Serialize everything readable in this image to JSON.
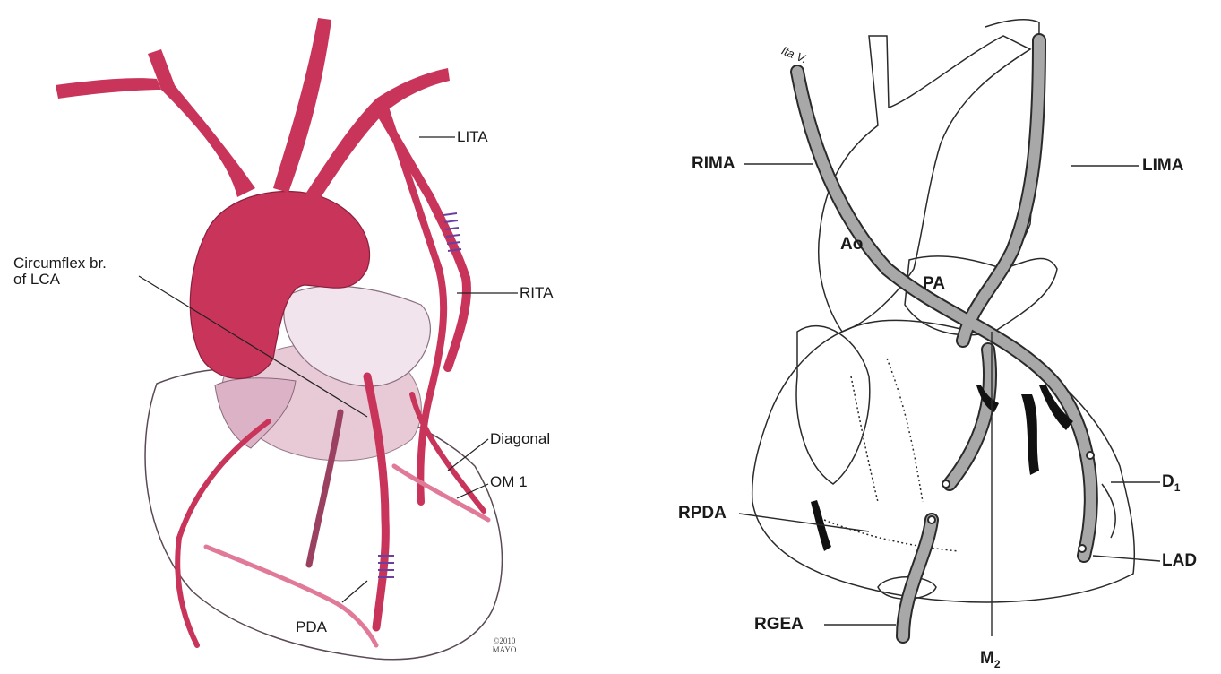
{
  "left_diagram": {
    "labels": {
      "lita": "LITA",
      "rita": "RITA",
      "circumflex_line1": "Circumflex br.",
      "circumflex_line2": "of LCA",
      "diagonal": "Diagonal",
      "om1": "OM 1",
      "pda": "PDA"
    },
    "copyright_line1": "©2010",
    "copyright_line2": "MAYO",
    "colors": {
      "artery": "#c8345a",
      "artery_light": "#e07a98",
      "heart_tissue": "#e8c9d6",
      "graft_suture": "#6a3fa0"
    }
  },
  "right_diagram": {
    "labels": {
      "ita_v": "Ita V.",
      "rima": "RIMA",
      "lima": "LIMA",
      "ao": "Ao",
      "pa": "PA",
      "rpda": "RPDA",
      "rgea": "RGEA",
      "d1": "D",
      "d1_sub": "1",
      "lad": "LAD",
      "m2": "M",
      "m2_sub": "2"
    },
    "colors": {
      "graft": "#a8a8a8",
      "outline": "#2a2a2a",
      "fill_dark": "#111111"
    }
  }
}
